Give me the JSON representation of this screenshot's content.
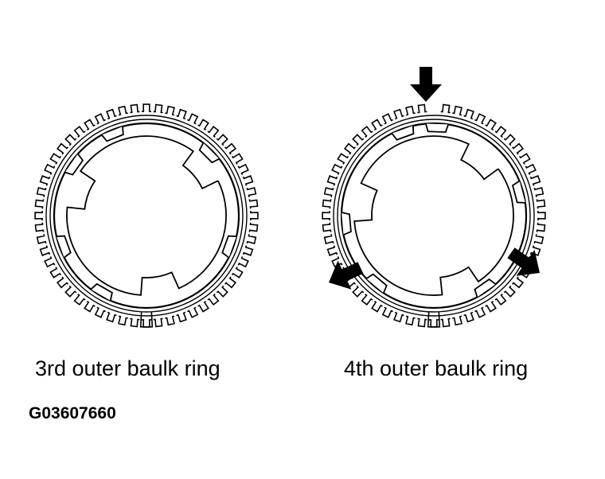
{
  "figure": {
    "left_ring_label": "3rd outer baulk ring",
    "right_ring_label": "4th outer baulk ring",
    "figure_id": "G03607660"
  },
  "style": {
    "line_color": "#000000",
    "background": "#ffffff"
  }
}
